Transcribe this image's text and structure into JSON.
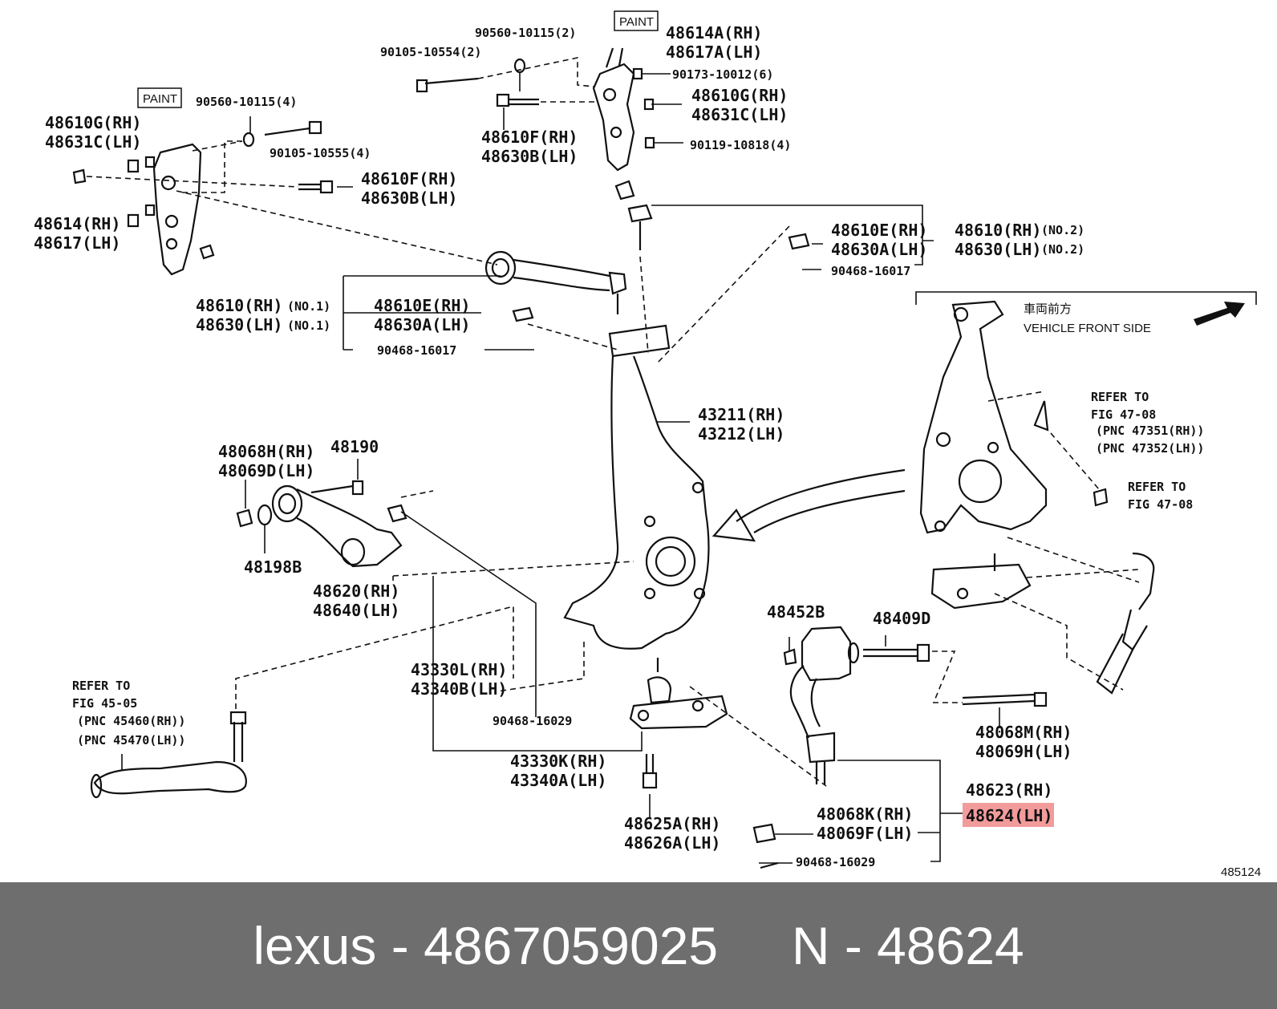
{
  "labels": {
    "paint_1": "PAINT",
    "paint_2": "PAINT",
    "l_90560_2": "90560-10115(2)",
    "l_90105_2": "90105-10554(2)",
    "l_48614A": "48614A(RH)",
    "l_48617A": "48617A(LH)",
    "l_90173": "90173-10012(6)",
    "l_48610G_r": "48610G(RH)",
    "l_48631C_r": "48631C(LH)",
    "l_48610F_t": "48610F(RH)",
    "l_48630B_t": "48630B(LH)",
    "l_90119": "90119-10818(4)",
    "l_90560_4": "90560-10115(4)",
    "l_48610G_l": "48610G(RH)",
    "l_48631C_l": "48631C(LH)",
    "l_90105_4": "90105-10555(4)",
    "l_48610F_m": "48610F(RH)",
    "l_48630B_m": "48630B(LH)",
    "l_48614": "48614(RH)",
    "l_48617": "48617(LH)",
    "l_48610E_r": "48610E(RH)",
    "l_48630A_r": "48630A(LH)",
    "l_90468_a": "90468-16017",
    "l_48610_no2": "48610(RH)",
    "l_48630_no2": "48630(LH)",
    "no2": "(NO.2)",
    "l_48610_no1": "48610(RH)",
    "l_48630_no1": "48630(LH)",
    "no1": "(NO.1)",
    "l_48610E_l": "48610E(RH)",
    "l_48630A_l": "48630A(LH)",
    "l_90468_b": "90468-16017",
    "front_jp": "車両前方",
    "front_en": "VEHICLE FRONT SIDE",
    "refer_to_1": "REFER TO",
    "fig_4708_1": "FIG 47-08",
    "pnc_47351": "(PNC 47351(RH))",
    "pnc_47352": "(PNC 47352(LH))",
    "refer_to_2": "REFER TO",
    "fig_4708_2": "FIG 47-08",
    "l_43211": "43211(RH)",
    "l_43212": "43212(LH)",
    "l_48068H": "48068H(RH)",
    "l_48069D": "48069D(LH)",
    "l_48190": "48190",
    "l_48198B": "48198B",
    "l_48620": "48620(RH)",
    "l_48640": "48640(LH)",
    "l_48452B": "48452B",
    "l_48409D": "48409D",
    "l_43330L": "43330L(RH)",
    "l_43340B": "43340B(LH)",
    "l_90468_c": "90468-16029",
    "refer_to_3": "REFER TO",
    "fig_4505": "FIG 45-05",
    "pnc_45460": "(PNC 45460(RH))",
    "pnc_45470": "(PNC 45470(LH))",
    "l_48068M": "48068M(RH)",
    "l_48069H": "48069H(LH)",
    "l_43330K": "43330K(RH)",
    "l_43340A": "43340A(LH)",
    "l_48623": "48623(RH)",
    "l_48624": "48624(LH)",
    "l_48068K": "48068K(RH)",
    "l_48069F": "48069F(LH)",
    "l_48625A": "48625A(RH)",
    "l_48626A": "48626A(LH)",
    "l_90468_d": "90468-16029",
    "fig_code": "485124"
  },
  "highlight": {
    "part": "48624(LH)",
    "color": "#f08a8a"
  },
  "banner": {
    "brand": "lexus",
    "sep1": "-",
    "part_number": "4867059025",
    "n": "N",
    "sep2": "-",
    "ref": "48624",
    "background": "#6e6e6e",
    "text_color": "#ffffff"
  }
}
